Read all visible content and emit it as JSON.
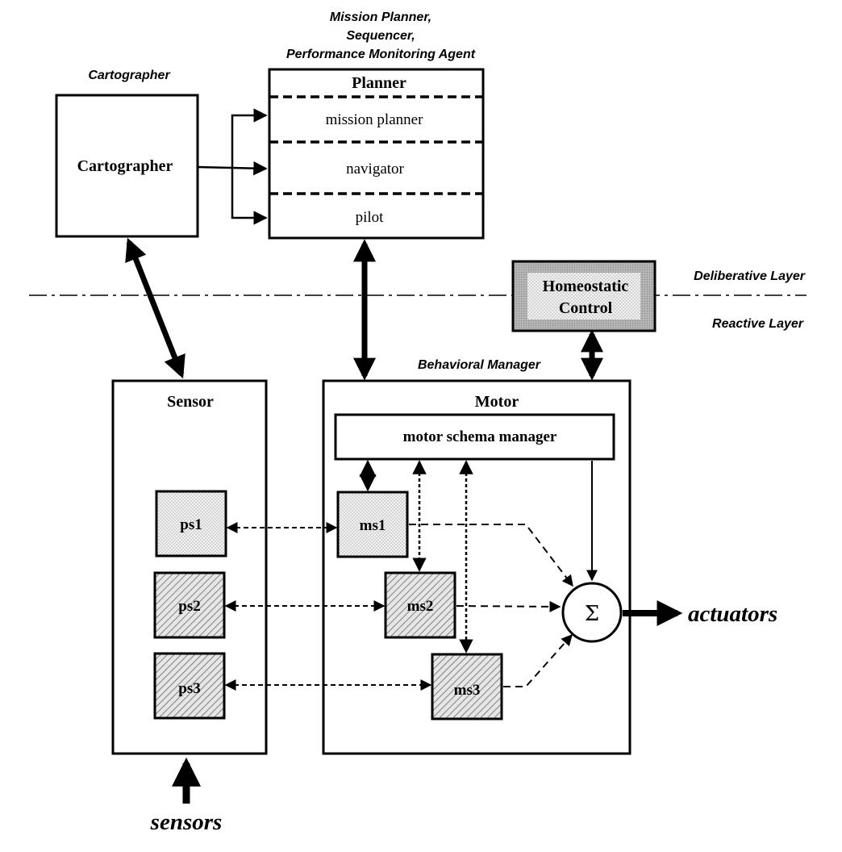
{
  "labels": {
    "cartographer_caption": "Cartographer",
    "planner_caption_1": "Mission Planner,",
    "planner_caption_2": "Sequencer,",
    "planner_caption_3": "Performance Monitoring Agent",
    "deliberative_layer": "Deliberative Layer",
    "reactive_layer": "Reactive Layer",
    "behavioral_manager": "Behavioral Manager",
    "sensors": "sensors",
    "actuators": "actuators"
  },
  "cartographer": {
    "title": "Cartographer"
  },
  "planner": {
    "title": "Planner",
    "rows": [
      "mission planner",
      "navigator",
      "pilot"
    ]
  },
  "homeostatic": {
    "line1": "Homeostatic",
    "line2": "Control"
  },
  "sensor": {
    "title": "Sensor",
    "schemas": [
      "ps1",
      "ps2",
      "ps3"
    ]
  },
  "motor": {
    "title": "Motor",
    "manager": "motor schema manager",
    "schemas": [
      "ms1",
      "ms2",
      "ms3"
    ],
    "sum_symbol": "Σ"
  }
}
